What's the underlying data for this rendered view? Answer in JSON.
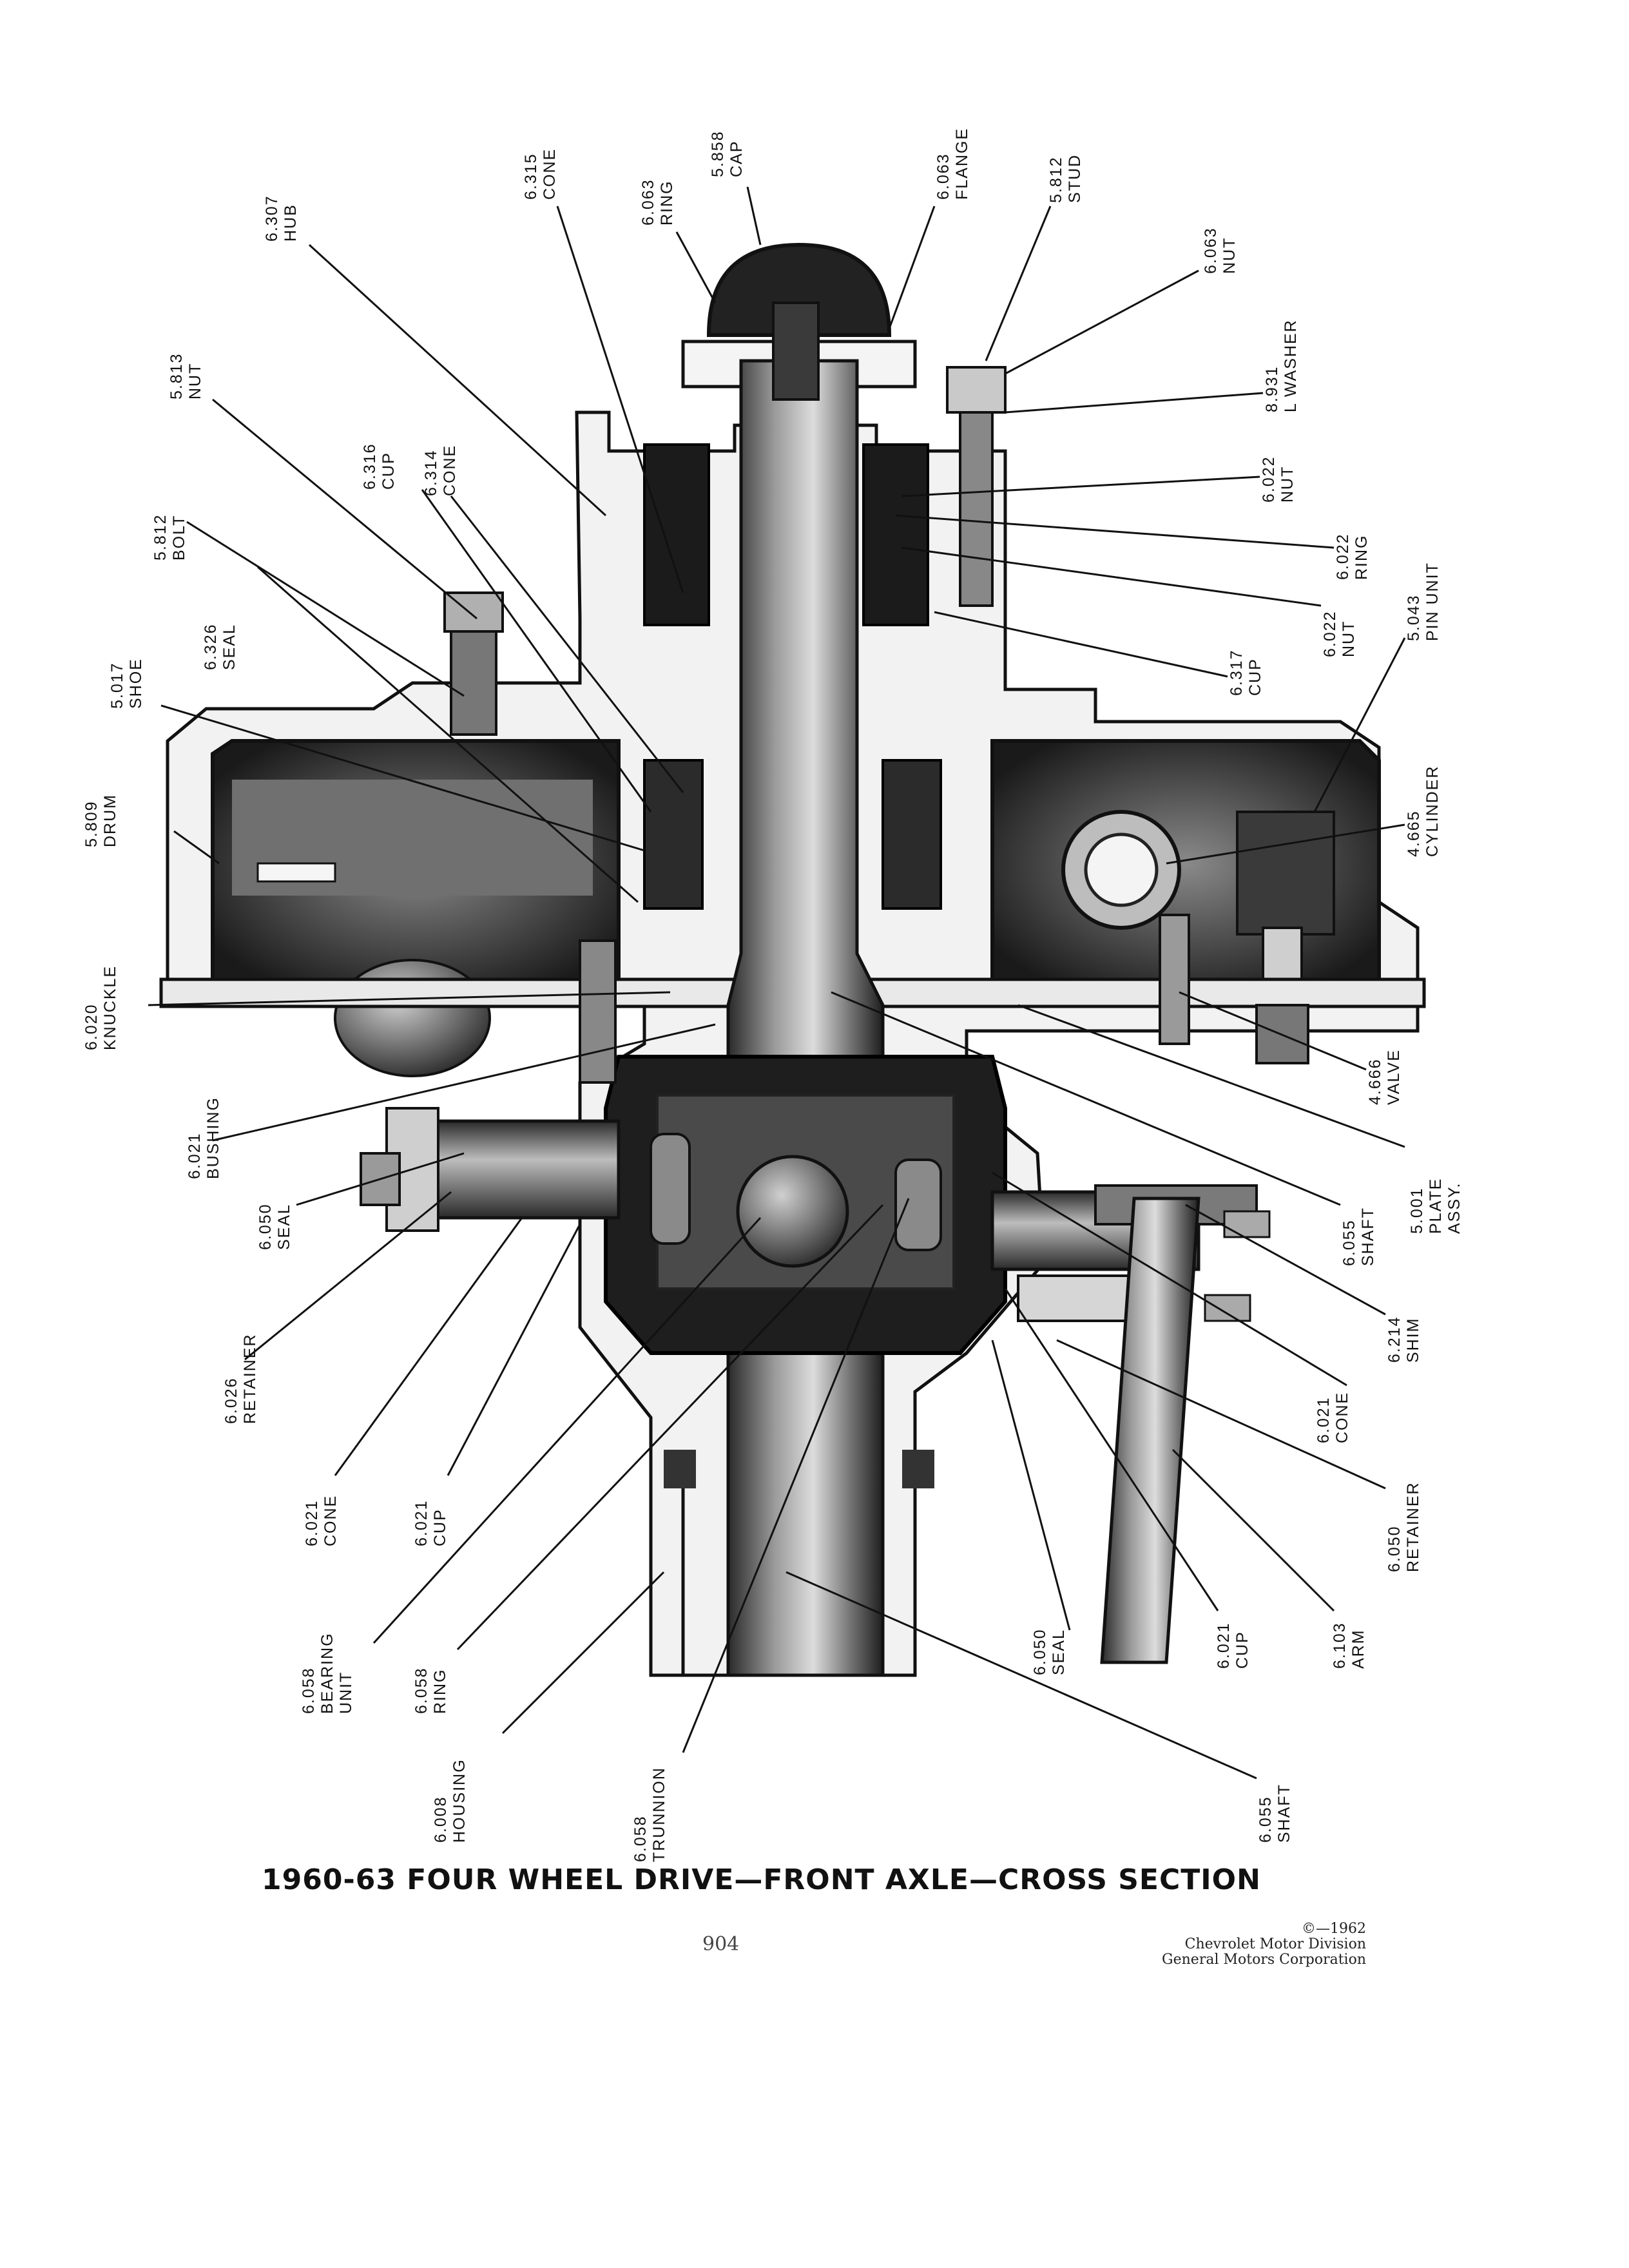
{
  "title": "1960-63 FOUR WHEEL DRIVE—FRONT AXLE—CROSS SECTION",
  "page_number": "904",
  "copyright": {
    "line1": "©—1962",
    "line2": "Chevrolet Motor Division",
    "line3": "General Motors Corporation"
  },
  "callouts": [
    {
      "id": "hub",
      "number": "6.307",
      "name": "HUB"
    },
    {
      "id": "cone-6315",
      "number": "6.315",
      "name": "CONE"
    },
    {
      "id": "ring-6063",
      "number": "6.063",
      "name": "RING"
    },
    {
      "id": "cap",
      "number": "5.858",
      "name": "CAP"
    },
    {
      "id": "flange",
      "number": "6.063",
      "name": "FLANGE"
    },
    {
      "id": "stud",
      "number": "5.812",
      "name": "STUD"
    },
    {
      "id": "nut-6063",
      "number": "6.063",
      "name": "NUT"
    },
    {
      "id": "lwasher",
      "number": "8.931",
      "name": "L WASHER"
    },
    {
      "id": "nut-5813",
      "number": "5.813",
      "name": "NUT"
    },
    {
      "id": "cup-6316",
      "number": "6.316",
      "name": "CUP"
    },
    {
      "id": "cone-6314",
      "number": "6.314",
      "name": "CONE"
    },
    {
      "id": "nut-6022a",
      "number": "6.022",
      "name": "NUT"
    },
    {
      "id": "ring-6022",
      "number": "6.022",
      "name": "RING"
    },
    {
      "id": "bolt",
      "number": "5.812",
      "name": "BOLT"
    },
    {
      "id": "nut-6022b",
      "number": "6.022",
      "name": "NUT"
    },
    {
      "id": "pin-unit",
      "number": "5.043",
      "name": "PIN UNIT"
    },
    {
      "id": "seal-6326",
      "number": "6.326",
      "name": "SEAL"
    },
    {
      "id": "shoe",
      "number": "5.017",
      "name": "SHOE"
    },
    {
      "id": "cup-6317",
      "number": "6.317",
      "name": "CUP"
    },
    {
      "id": "drum",
      "number": "5.809",
      "name": "DRUM"
    },
    {
      "id": "cylinder",
      "number": "4.665",
      "name": "CYLINDER"
    },
    {
      "id": "knuckle",
      "number": "6.020",
      "name": "KNUCKLE"
    },
    {
      "id": "valve",
      "number": "4.666",
      "name": "VALVE"
    },
    {
      "id": "bushing",
      "number": "6.021",
      "name": "BUSHING"
    },
    {
      "id": "plate",
      "number": "5.001",
      "name": "PLATE",
      "name2": "ASSY."
    },
    {
      "id": "seal-6050a",
      "number": "6.050",
      "name": "SEAL"
    },
    {
      "id": "shaft-6055a",
      "number": "6.055",
      "name": "SHAFT"
    },
    {
      "id": "shim",
      "number": "6.214",
      "name": "SHIM"
    },
    {
      "id": "retainer-6026",
      "number": "6.026",
      "name": "RETAINER"
    },
    {
      "id": "cone-6021b",
      "number": "6.021",
      "name": "CONE"
    },
    {
      "id": "cone-6021a",
      "number": "6.021",
      "name": "CONE"
    },
    {
      "id": "cup-6021a",
      "number": "6.021",
      "name": "CUP"
    },
    {
      "id": "retainer-6050",
      "number": "6.050",
      "name": "RETAINER"
    },
    {
      "id": "arm",
      "number": "6.103",
      "name": "ARM"
    },
    {
      "id": "cup-6021b",
      "number": "6.021",
      "name": "CUP"
    },
    {
      "id": "seal-6050b",
      "number": "6.050",
      "name": "SEAL"
    },
    {
      "id": "bearing-unit",
      "number": "6.058",
      "name": "BEARING",
      "name2": "UNIT"
    },
    {
      "id": "ring-6058",
      "number": "6.058",
      "name": "RING"
    },
    {
      "id": "housing",
      "number": "6.008",
      "name": "HOUSING"
    },
    {
      "id": "trunnion",
      "number": "6.058",
      "name": "TRUNNION"
    },
    {
      "id": "shaft-6055b",
      "number": "6.055",
      "name": "SHAFT"
    }
  ]
}
